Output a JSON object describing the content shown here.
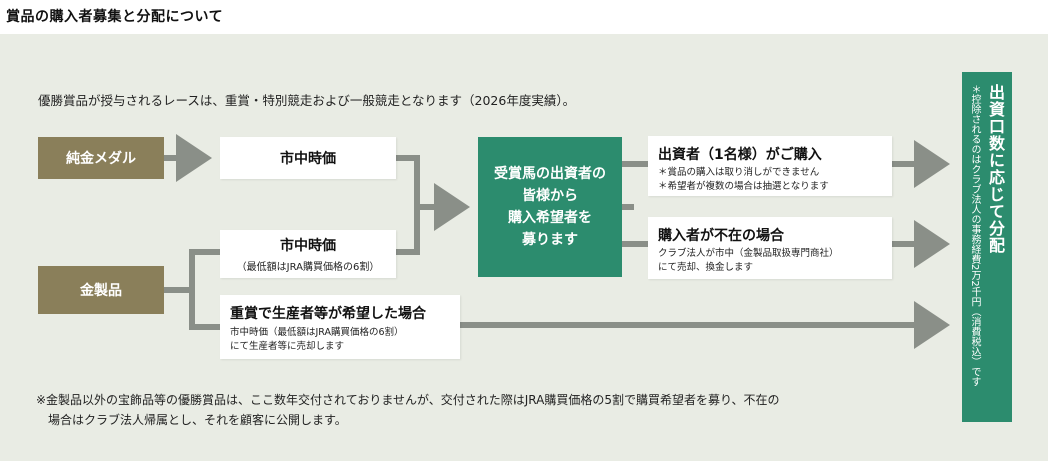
{
  "title": "賞品の購入者募集と分配について",
  "intro": "優勝賞品が授与されるレースは、重賞・特別競走および一般競走となります（2026年度実績）。",
  "sources": {
    "gold_medal": "純金メダル",
    "gold_product": "金製品"
  },
  "routes": {
    "market_price_1": "市中時価",
    "market_price_2": "市中時価",
    "market_price_2_note": "（最低額はJRA購買価格の6割）",
    "producer_title": "重賞で生産者等が希望した場合",
    "producer_line1": "市中時価（最低額はJRA購買価格の6割）",
    "producer_line2": "にて生産者等に売却します"
  },
  "center": {
    "line1": "受賞馬の出資者の",
    "line2": "皆様から",
    "line3": "購入希望者を",
    "line4": "募ります"
  },
  "outcomes": {
    "buyer_title": "出資者（1名様）がご購入",
    "buyer_note1": "＊賞品の購入は取り消しができません",
    "buyer_note2": "＊希望者が複数の場合は抽選となります",
    "nobuyer_title": "購入者が不在の場合",
    "nobuyer_note1": "クラブ法人が市中（金製品取扱専門商社）",
    "nobuyer_note2": "にて売却、換金します"
  },
  "result": {
    "main": "出資口数に応じて分配",
    "sub": "＊控除されるのはクラブ法人の事務経費2万2千円（消費税込）です"
  },
  "footnote": {
    "line1": "※金製品以外の宝飾品等の優勝賞品は、ここ数年交付されておりませんが、交付された際はJRA購買価格の5割で購買希望者を募り、不在の",
    "line2": "場合はクラブ法人帰属とし、それを顧客に公開します。"
  },
  "colors": {
    "panel": "#e9ece4",
    "source_box": "#8a7f5a",
    "accent_green": "#2c8c6e",
    "connector": "#8a8f88"
  }
}
